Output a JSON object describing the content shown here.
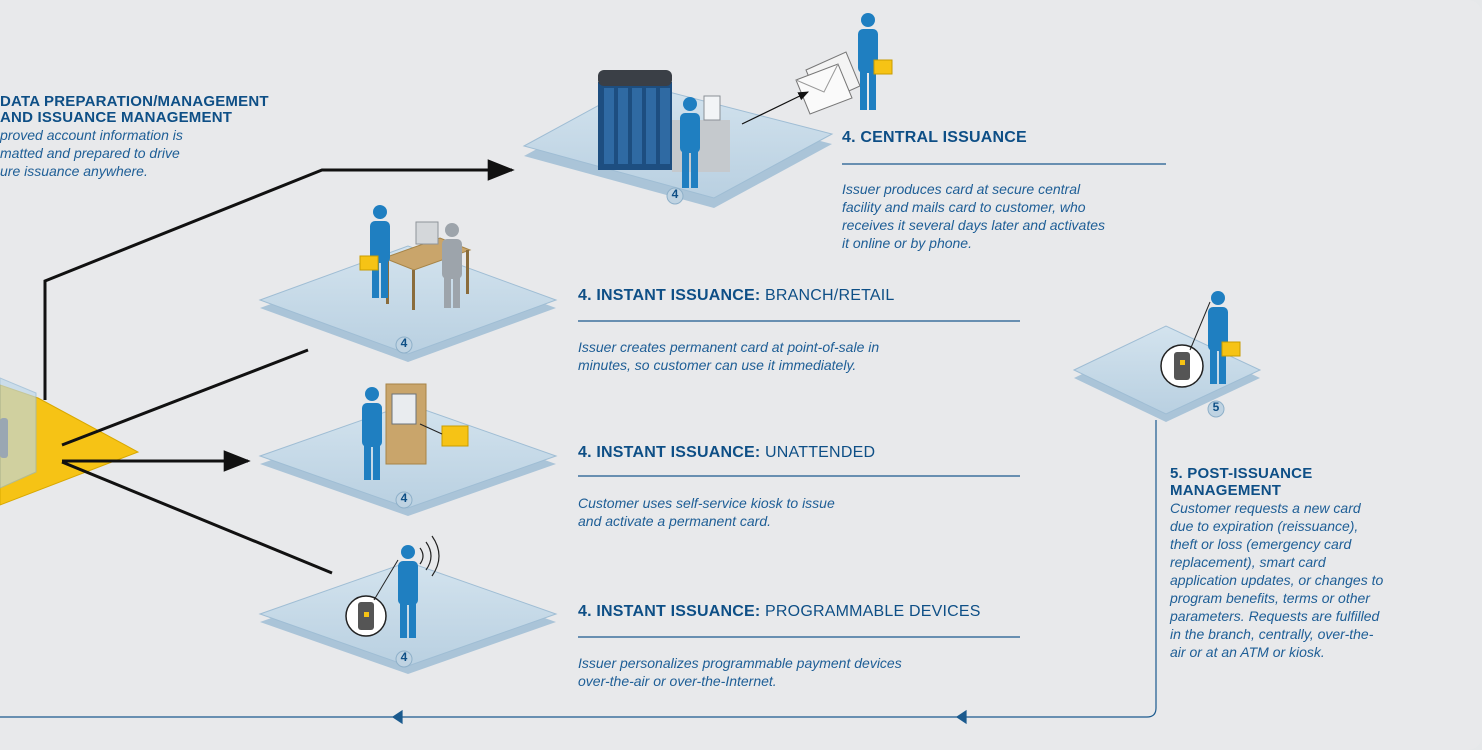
{
  "data_prep": {
    "title_line1": "DATA PREPARATION/MANAGEMENT",
    "title_line2": "AND ISSUANCE MANAGEMENT",
    "desc_line1": "proved account information is",
    "desc_line2": "matted and prepared to drive",
    "desc_line3": "ure issuance anywhere."
  },
  "central": {
    "heading": "4. CENTRAL ISSUANCE",
    "desc_line1": "Issuer produces card at secure central",
    "desc_line2": "facility and mails card to customer, who",
    "desc_line3": "receives it several days later and activates",
    "desc_line4": "it online or by phone.",
    "badge": "4"
  },
  "branch": {
    "heading_bold": "4. INSTANT ISSUANCE:",
    "heading_sub": "BRANCH/RETAIL",
    "desc_line1": "Issuer creates permanent card at point-of-sale in",
    "desc_line2": "minutes, so customer can use it immediately.",
    "badge": "4"
  },
  "unattended": {
    "heading_bold": "4. INSTANT ISSUANCE:",
    "heading_sub": "UNATTENDED",
    "desc_line1": "Customer uses self-service kiosk to issue",
    "desc_line2": "and activate a permanent card.",
    "badge": "4"
  },
  "programmable": {
    "heading_bold": "4. INSTANT ISSUANCE:",
    "heading_sub": "PROGRAMMABLE DEVICES",
    "desc_line1": "Issuer personalizes programmable payment devices",
    "desc_line2": "over-the-air or over-the-Internet.",
    "badge": "4"
  },
  "post": {
    "heading_line1": "5. POST-ISSUANCE",
    "heading_line2": "MANAGEMENT",
    "desc_lines": [
      "Customer requests a new card",
      "due to expiration (reissuance),",
      "theft or loss (emergency card",
      "replacement), smart card",
      "application updates, or changes to",
      "program benefits, terms or other",
      "parameters. Requests are fulfilled",
      "in the branch, centrally, over-the-",
      "air or at an ATM or kiosk."
    ],
    "badge": "5"
  },
  "colors": {
    "background": "#e8e9eb",
    "platform": "#c7dbe8",
    "person": "#1f7fc1",
    "card": "#f6c315",
    "heading": "#0e4f86",
    "text": "#1e5e96"
  }
}
